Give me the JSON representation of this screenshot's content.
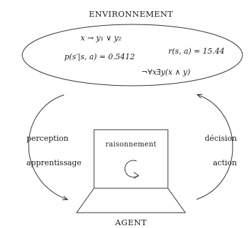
{
  "diagram": {
    "environment_title": "ENVIRONNEMENT",
    "agent_title": "AGENT",
    "formulas": {
      "implication": "x → y₁ ∨ y₂",
      "transition": "p(s′|s, a) = 0.5412",
      "reward": "r(s, a) = 15.44",
      "logic": "¬∀x∃y(x ∧ y)"
    },
    "left_labels": [
      "perception",
      "apprentissage"
    ],
    "right_labels": [
      "décision",
      "action"
    ],
    "box_label": "raisonnement"
  }
}
